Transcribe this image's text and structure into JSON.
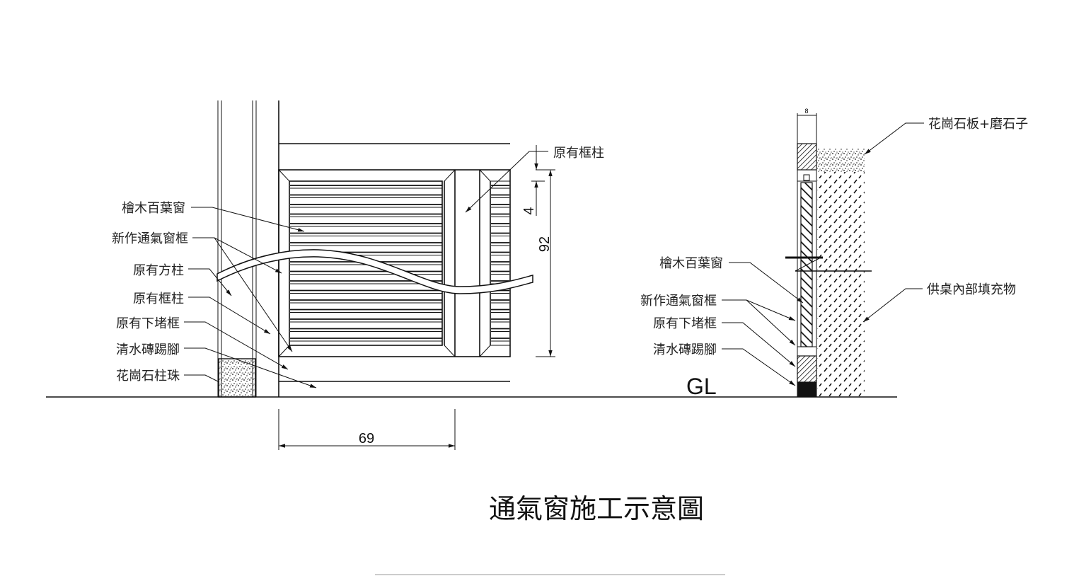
{
  "title": "通氣窗施工示意圖",
  "elevation": {
    "labels": [
      "檜木百葉窗",
      "新作通氣窗框",
      "原有方柱",
      "原有框柱",
      "原有下堵框",
      "清水磚踢腳",
      "花崗石柱珠"
    ],
    "top_right_label": "原有框柱",
    "dim_width": "69",
    "dim_height": "92",
    "dim_small": "4"
  },
  "section": {
    "left_labels": [
      "檜木百葉窗",
      "新作通氣窗框",
      "原有下堵框",
      "清水磚踢腳"
    ],
    "top_label": "花崗石板+磨石子",
    "fill_label": "供桌內部填充物",
    "dim_thickness": "8",
    "ground_label": "GL"
  }
}
